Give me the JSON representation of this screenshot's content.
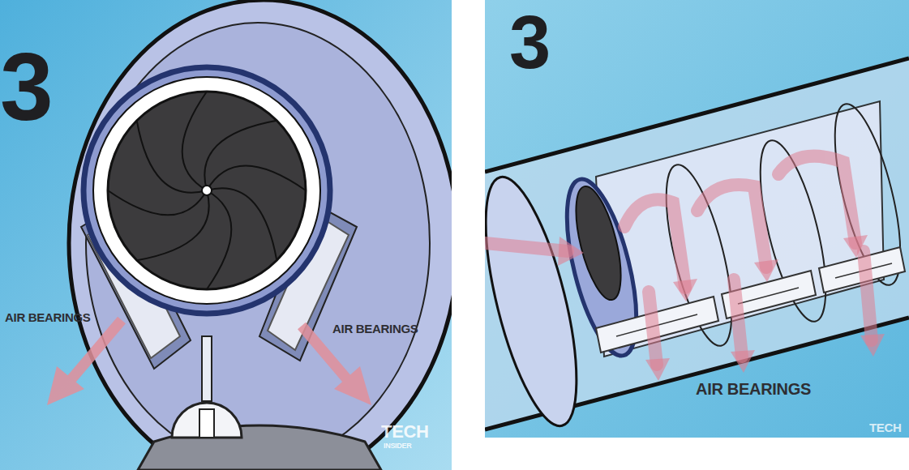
{
  "diagram": {
    "labels": [
      "3",
      "AIR BEARINGS",
      "AIR BEARINGS",
      "TECH",
      "INSIDER",
      "3",
      "AIR BEARINGS",
      "TECH"
    ]
  }
}
